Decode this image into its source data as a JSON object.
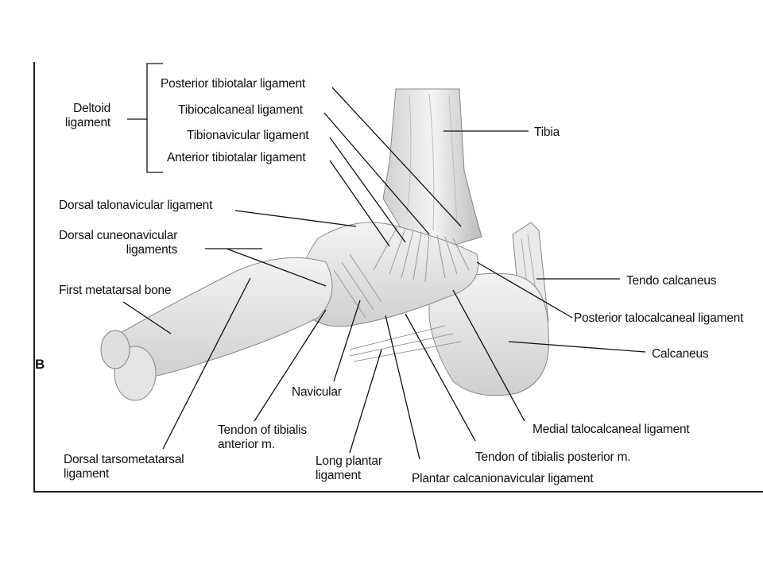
{
  "panel_letter": "B",
  "labels": {
    "deltoid": "Deltoid\nligament",
    "posterior_tibiotalar": "Posterior tibiotalar ligament",
    "tibiocalcaneal": "Tibiocalcaneal ligament",
    "tibionavicular": "Tibionavicular ligament",
    "anterior_tibiotalar": "Anterior tibiotalar ligament",
    "tibia": "Tibia",
    "dorsal_talonavicular": "Dorsal talonavicular ligament",
    "dorsal_cuneonavicular": "Dorsal cuneonavicular\nligaments",
    "first_metatarsal": "First metatarsal bone",
    "tendo_calcaneus": "Tendo calcaneus",
    "posterior_talocalcaneal": "Posterior talocalcaneal ligament",
    "calcaneus": "Calcaneus",
    "navicular": "Navicular",
    "medial_talocalcaneal": "Medial talocalcaneal ligament",
    "tendon_tibialis_anterior": "Tendon of tibialis\nanterior m.",
    "tendon_tibialis_posterior": "Tendon of tibialis posterior m.",
    "dorsal_tarsometatarsal": "Dorsal tarsometatarsal\nligament",
    "long_plantar": "Long plantar\nligament",
    "plantar_calcanionavicular": "Plantar calcanionavicular ligament"
  }
}
